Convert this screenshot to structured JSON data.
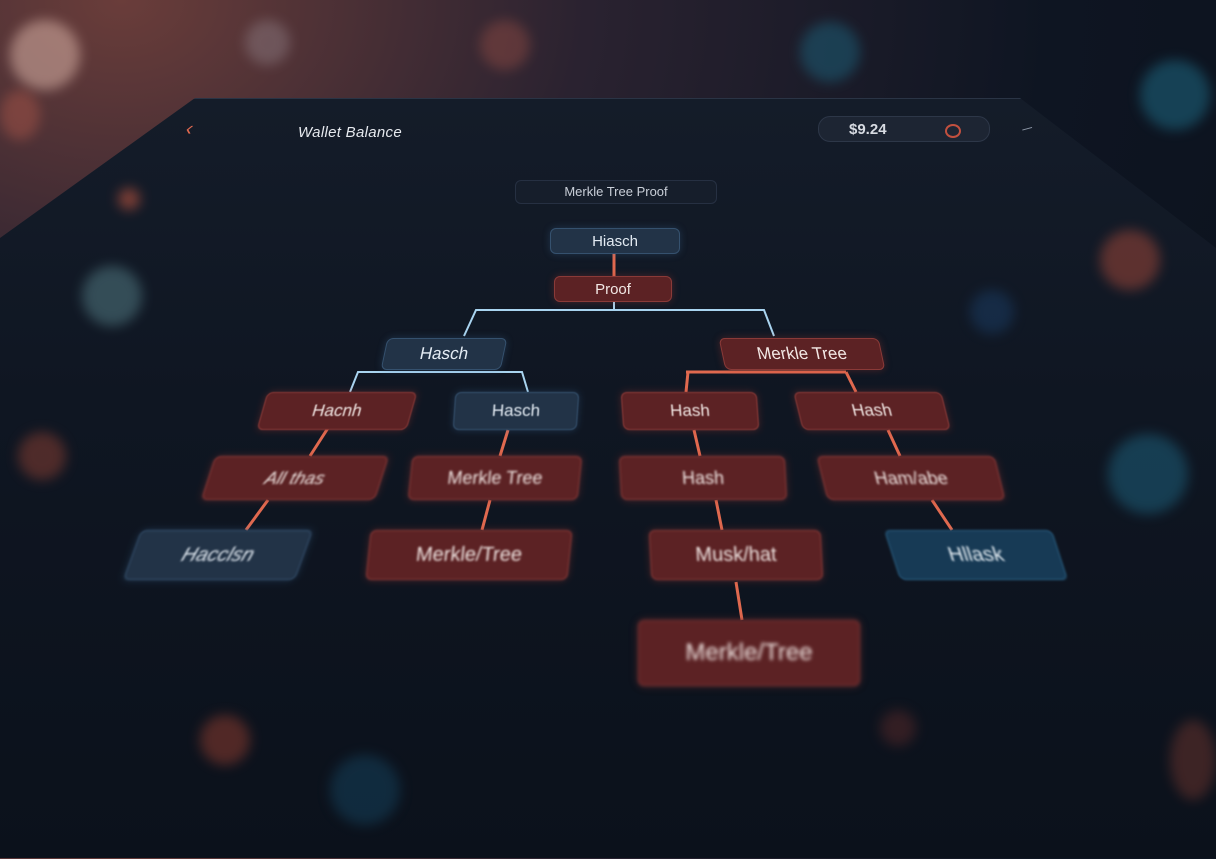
{
  "header": {
    "title": "Wallet Balance",
    "balance": "$9.24"
  },
  "icons": {
    "back": "back-arrow-icon",
    "coin": "coin-icon",
    "menu": "menu-icon"
  },
  "proof_heading": "Merkle Tree Proof",
  "tree": {
    "root": "Hiasch",
    "proof": "Proof",
    "level1": [
      "Hasch",
      "Merkle Tree"
    ],
    "level2": [
      "Hacnh",
      "Hasch",
      "Hash",
      "Hash"
    ],
    "level3": [
      "All thas",
      "Merkle Tree",
      "Hash",
      "Ham/abe"
    ],
    "level4": [
      "Hacclsn",
      "Merkle/Tree",
      "Musk/hat",
      "Hllask"
    ],
    "level5": [
      "Merkle/Tree"
    ]
  },
  "colors": {
    "accent": "#e0694f",
    "node_red": "#5c2224",
    "node_blue": "#223347",
    "connector_blue": "#a9d4f0"
  }
}
